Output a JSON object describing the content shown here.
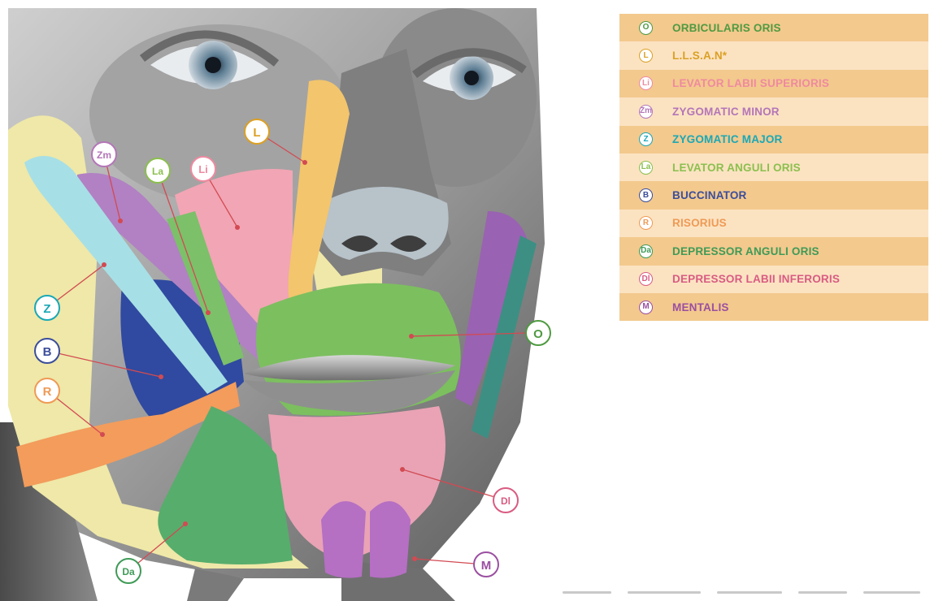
{
  "legend": {
    "items": [
      {
        "badge": "O",
        "label": "ORBICULARIS ORIS",
        "color": "#4f9a41"
      },
      {
        "badge": "L",
        "label": "L.L.S.A.N*",
        "color": "#dba024"
      },
      {
        "badge": "Li",
        "label": "LEVATOR LABII SUPERIORIS",
        "color": "#ef8aa0"
      },
      {
        "badge": "Zm",
        "label": "ZYGOMATIC MINOR",
        "color": "#b476b8"
      },
      {
        "badge": "Z",
        "label": "ZYGOMATIC MAJOR",
        "color": "#1aa8b6"
      },
      {
        "badge": "La",
        "label": "LEVATOR ANGULI ORIS",
        "color": "#8bbf4e"
      },
      {
        "badge": "B",
        "label": "BUCCINATOR",
        "color": "#3b4d9b"
      },
      {
        "badge": "R",
        "label": "RISORIUS",
        "color": "#ef9a55"
      },
      {
        "badge": "Da",
        "label": "DEPRESSOR ANGULI ORIS",
        "color": "#3f9a57"
      },
      {
        "badge": "Dl",
        "label": "DEPRESSOR LABII INFERORIS",
        "color": "#d95b82"
      },
      {
        "badge": "M",
        "label": "MENTALIS",
        "color": "#9b4fa1"
      }
    ]
  },
  "callouts": {
    "L": "L",
    "Zm": "Zm",
    "La": "La",
    "Li": "Li",
    "Z": "Z",
    "B": "B",
    "R": "R",
    "O": "O",
    "Dl": "Dl",
    "M": "M",
    "Da": "Da"
  },
  "colors": {
    "skin_gray": "#9a9a9a",
    "orbicularis": "#7fbf5a",
    "llsan": "#f2c46a",
    "levator_labii": "#f2a0b0",
    "zygomatic_minor": "#b98ac8",
    "zygomatic_major": "#a8dfe6",
    "buccinator": "#2f4aa0",
    "risorius": "#f2a060",
    "depressor_anguli": "#55ad6a",
    "depressor_labii": "#e7a0b4",
    "mentalis": "#b070c0",
    "fat_yellow": "#eee8a8",
    "legend_odd": "#f3c98d",
    "legend_even": "#fbe3c2"
  }
}
